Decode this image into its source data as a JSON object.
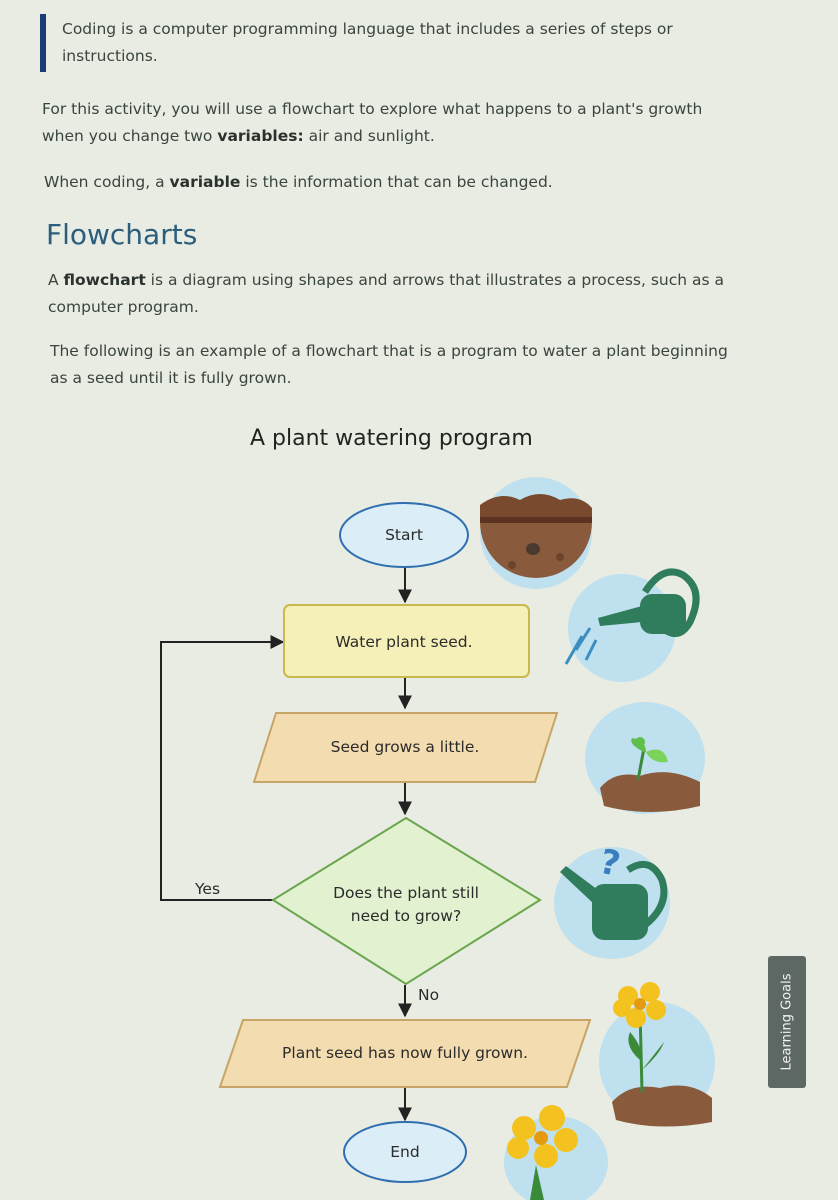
{
  "callout": {
    "line1": "Coding is a computer programming language that includes a series of steps or",
    "line2": "instructions."
  },
  "intro": {
    "p1_line1": "For this activity, you will use a flowchart to explore what happens to a plant's growth",
    "p1_line2_a": "when you change two ",
    "p1_line2_bold": "variables:",
    "p1_line2_b": " air and sunlight.",
    "p2_a": "When coding, a ",
    "p2_bold": "variable",
    "p2_b": " is the information that can be changed."
  },
  "section": {
    "heading": "Flowcharts",
    "p1_a": "A ",
    "p1_bold": "flowchart",
    "p1_b": " is a diagram using shapes and arrows that illustrates a process, such as a",
    "p1_line2": "computer program.",
    "p2_line1": "The following is an example of a flowchart that is a program to water a plant beginning",
    "p2_line2": "as a seed until it is fully grown."
  },
  "figure": {
    "title": "A plant watering program",
    "nodes": {
      "start": "Start",
      "water": "Water plant seed.",
      "grows": "Seed grows a little.",
      "decision_line1": "Does the plant still",
      "decision_line2": "need to grow?",
      "grown": "Plant seed has now fully grown.",
      "end": "End"
    },
    "branch_yes": "Yes",
    "branch_no": "No"
  },
  "side_tab": {
    "label": "Learning Goals"
  },
  "colors": {
    "terminal_fill": "#dbeef7",
    "terminal_stroke": "#2f6fb0",
    "process_fill": "#f5f0b8",
    "io_fill": "#f3dcb0",
    "decision_fill": "#e2f1cf",
    "icon_bg": "#bfe0ef",
    "soil": "#8a5a3c",
    "can_green": "#2f7d5c",
    "flower_yellow": "#f4c21e"
  },
  "icons": [
    "soil-seed-icon",
    "watering-can-icon",
    "sprout-icon",
    "watering-can-question-icon",
    "flowering-plant-icon",
    "flower-icon"
  ]
}
